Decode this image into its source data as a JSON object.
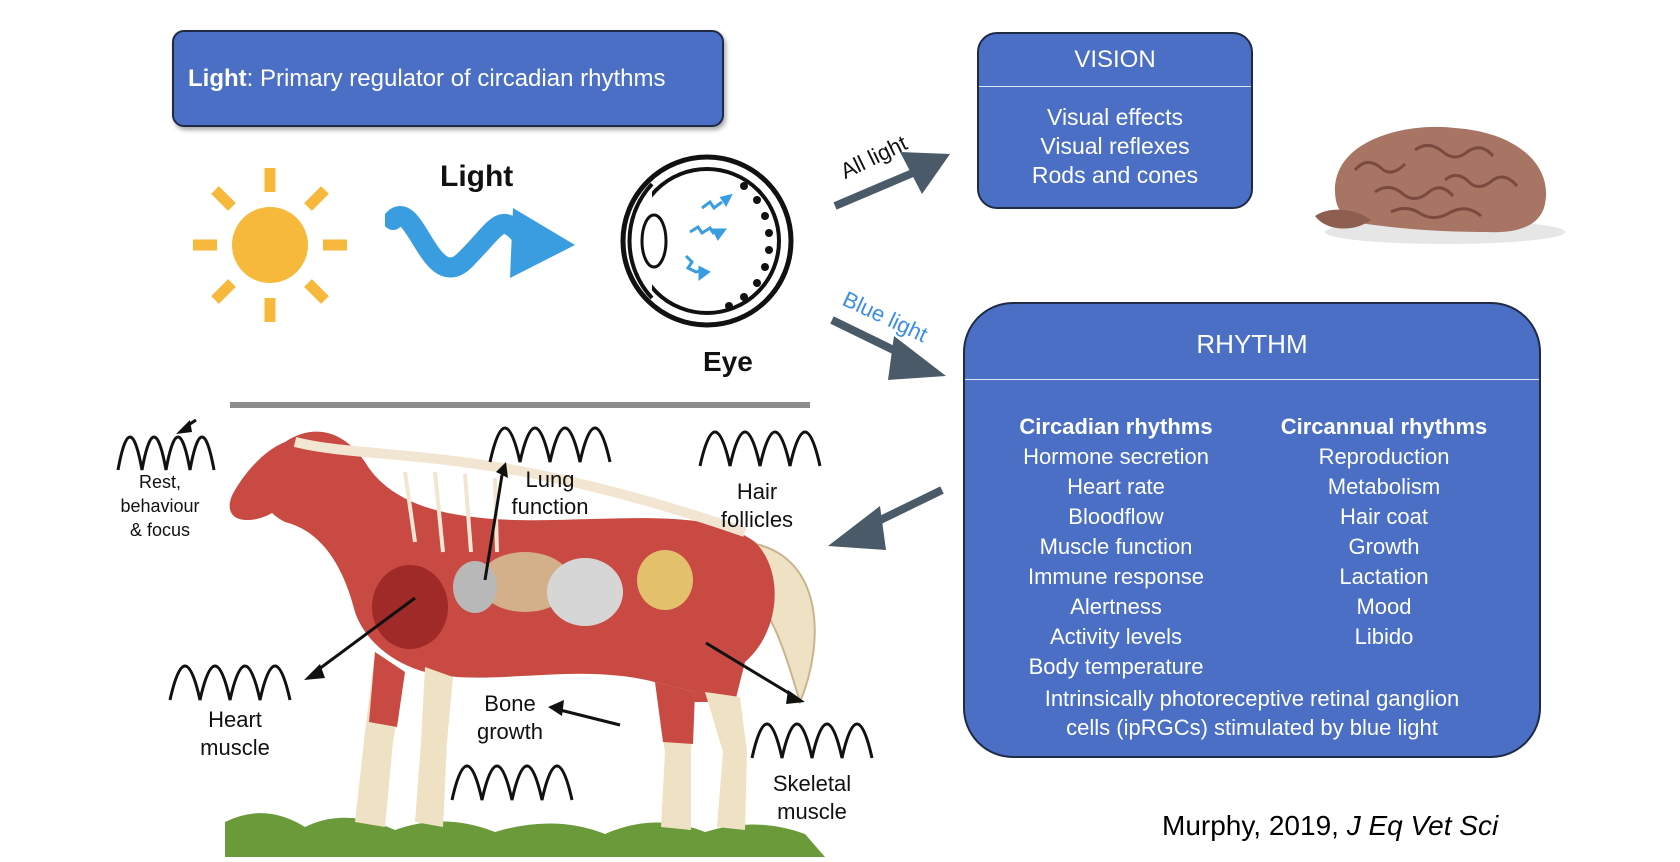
{
  "title": {
    "bold": "Light",
    "rest": ": Primary regulator of circadian rhythms"
  },
  "labels": {
    "light": "Light",
    "eye": "Eye",
    "all_light": "All light",
    "blue_light": "Blue light"
  },
  "vision": {
    "heading": "VISION",
    "items": [
      "Visual effects",
      "Visual reflexes",
      "Rods and cones"
    ]
  },
  "rhythm": {
    "heading": "RHYTHM",
    "circadian": {
      "heading": "Circadian rhythms",
      "items": [
        "Hormone secretion",
        "Heart rate",
        "Bloodflow",
        "Muscle function",
        "Immune response",
        "Alertness",
        "Activity levels",
        "Body temperature"
      ]
    },
    "circannual": {
      "heading": "Circannual rhythms",
      "items": [
        "Reproduction",
        "Metabolism",
        "Hair coat",
        "Growth",
        "Lactation",
        "Mood",
        "Libido"
      ]
    },
    "footer": [
      "Intrinsically photoreceptive retinal ganglion",
      "cells (ipRGCs) stimulated by blue light"
    ]
  },
  "body_labels": {
    "rest": [
      "Rest,",
      "behaviour",
      "& focus"
    ],
    "lung": [
      "Lung",
      "function"
    ],
    "hair": [
      "Hair",
      "follicles"
    ],
    "heart": [
      "Heart",
      "muscle"
    ],
    "bone": [
      "Bone",
      "growth"
    ],
    "skeletal": [
      "Skeletal",
      "muscle"
    ]
  },
  "citation": {
    "author": "Murphy, 2019, ",
    "journal": "J Eq Vet Sci"
  },
  "colors": {
    "box_blue": "#4a6fc4",
    "box_border": "#1f2a44",
    "sun": "#f6b93b",
    "light_arrow": "#3a9de0",
    "arrow_gray": "#4a5a68",
    "blue_text": "#3a8ee6"
  }
}
